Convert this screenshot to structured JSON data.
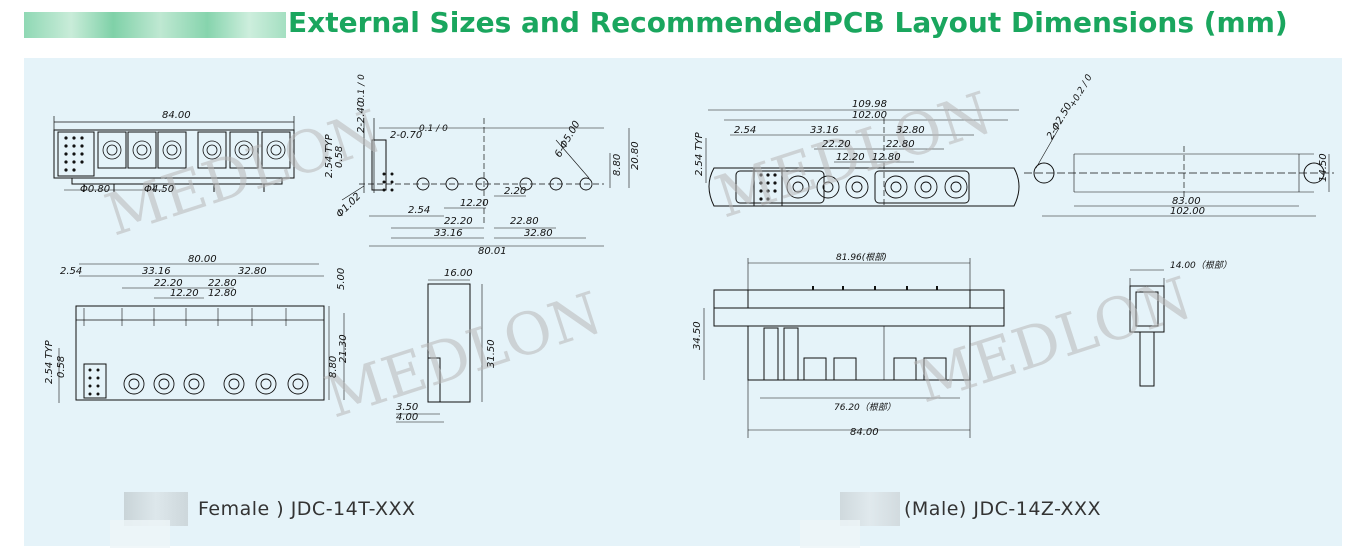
{
  "title": "External Sizes and RecommendedPCB Layout Dimensions (mm)",
  "watermark": "MEDLON",
  "captions": {
    "female": "Female ) JDC-14T-XXX",
    "male": "(Male) JDC-14Z-XXX"
  },
  "female_front": {
    "overall": "84.00",
    "hole_a": "Φ0.80",
    "hole_b": "Φ4.50"
  },
  "female_pcb": {
    "pin_spec": "2-0.70",
    "pin_tol": "0.1 / 0",
    "slot_spec": "2-2.40",
    "slot_tol": "0.1 / 0",
    "dia": "6-Φ5.00",
    "h1": "0.58",
    "h2": "2.54 TYP",
    "v1": "8.80",
    "v2": "20.80",
    "small": "Φ1.02",
    "d_254": "2.54",
    "d_1220": "12.20",
    "d_220": "2.20",
    "d_2220": "22.20",
    "d_2280": "22.80",
    "d_3316": "33.16",
    "d_3280": "32.80",
    "total": "80.01"
  },
  "female_bottom": {
    "d_254": "2.54",
    "d_8000": "80.00",
    "d_3316": "33.16",
    "d_3280": "32.80",
    "d_2220": "22.20",
    "d_2280": "22.80",
    "d_1220": "12.20",
    "d_1280": "12.80",
    "d_500": "5.00",
    "d_2130": "21.30",
    "d_880": "8.80",
    "d_058": "0.58",
    "typ": "2.54 TYP"
  },
  "female_side": {
    "width": "16.00",
    "height": "31.50",
    "d_350": "3.50",
    "d_400": "4.00"
  },
  "male_front": {
    "overall": "109.98",
    "inner": "102.00",
    "d_254": "2.54",
    "d_3316": "33.16",
    "d_3280": "32.80",
    "d_2220": "22.20",
    "d_2280": "22.80",
    "d_1220": "12.20",
    "d_1280": "12.80",
    "typ": "2.54 TYP"
  },
  "male_pcb": {
    "hole": "2-Φ2.50",
    "hole_tol": "+0.2 / 0",
    "d_8300": "83.00",
    "d_10200": "102.00",
    "d_1450": "14.50"
  },
  "male_side": {
    "root_width": "81.96(根部)",
    "height": "34.50",
    "root_bottom": "76.20（根部）",
    "overall": "84.00"
  },
  "male_end": {
    "root": "14.00（根部）"
  }
}
